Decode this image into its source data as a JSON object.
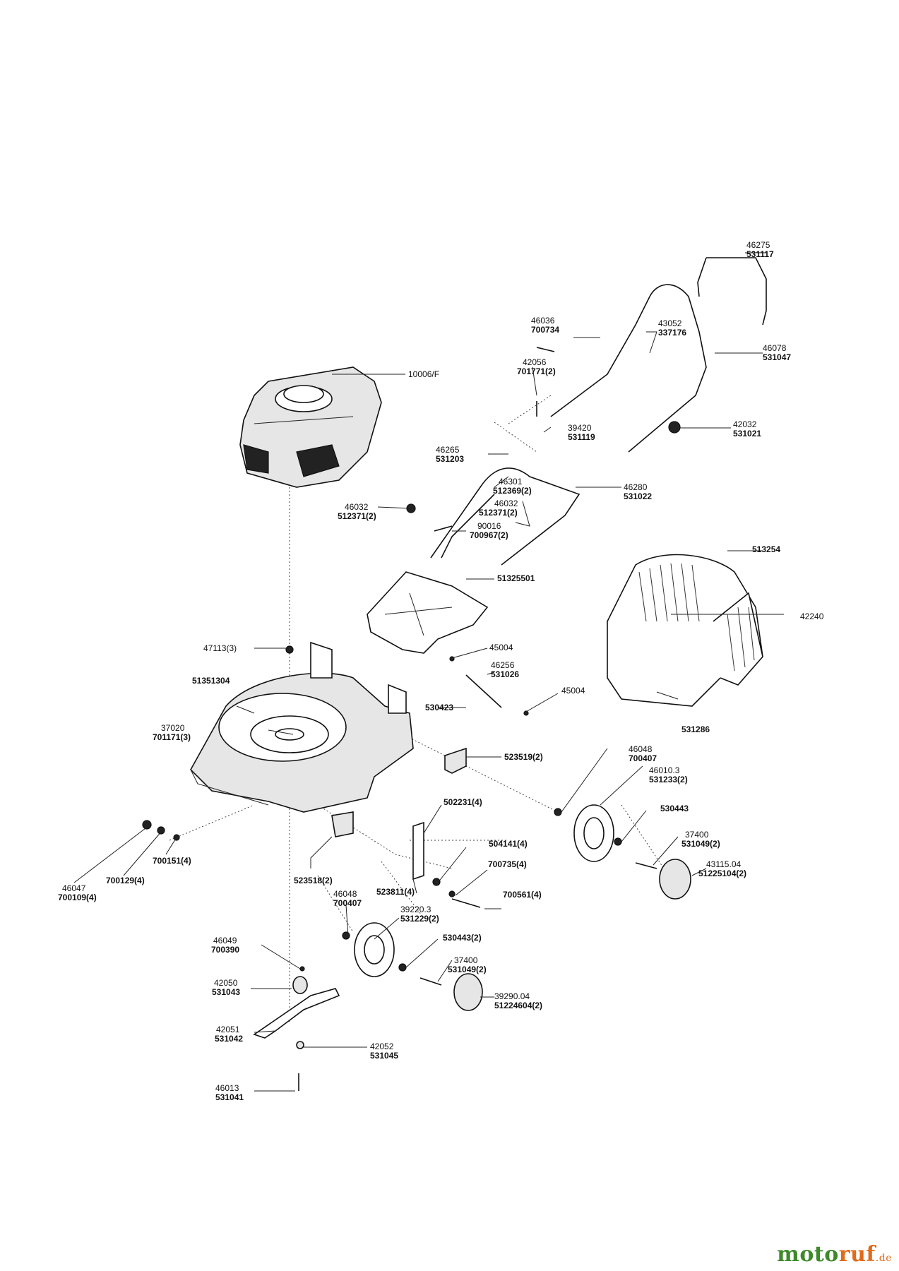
{
  "callouts": {
    "c46275": [
      "46275",
      "531117"
    ],
    "c46036": [
      "46036",
      "700734"
    ],
    "c43052": [
      "43052",
      "337176"
    ],
    "c46078": [
      "46078",
      "531047"
    ],
    "c42056": [
      "42056",
      "701771(2)"
    ],
    "c10006": [
      "10006/F"
    ],
    "c39420": [
      "39420",
      "531119"
    ],
    "c42032": [
      "42032",
      "531021"
    ],
    "c46265": [
      "46265",
      "531203"
    ],
    "c46301": [
      "46301",
      "512369(2)"
    ],
    "c46280": [
      "46280",
      "531022"
    ],
    "c46032a": [
      "46032",
      "512371(2)"
    ],
    "c46032b": [
      "46032",
      "512371(2)"
    ],
    "c90016": [
      "90016",
      "700967(2)"
    ],
    "c513254": [
      "513254"
    ],
    "c51325501": [
      "51325501"
    ],
    "c42240": [
      "42240"
    ],
    "c47113": [
      "47113(3)"
    ],
    "c45004a": [
      "45004"
    ],
    "c51351304": [
      "51351304"
    ],
    "c46256": [
      "46256",
      "531026"
    ],
    "c45004b": [
      "45004"
    ],
    "c530423": [
      "530423"
    ],
    "c531286": [
      "531286"
    ],
    "c37020": [
      "37020",
      "701171(3)"
    ],
    "c523519": [
      "523519(2)"
    ],
    "c46048a": [
      "46048",
      "700407"
    ],
    "c46010": [
      "46010.3",
      "531233(2)"
    ],
    "c530443a": [
      "530443"
    ],
    "c502231": [
      "502231(4)"
    ],
    "c37400a": [
      "37400",
      "531049(2)"
    ],
    "c504141": [
      "504141(4)"
    ],
    "c43115": [
      "43115.04",
      "51225104(2)"
    ],
    "c700151": [
      "700151(4)"
    ],
    "c700129": [
      "700129(4)"
    ],
    "c46047": [
      "46047",
      "700109(4)"
    ],
    "c523518": [
      "523518(2)"
    ],
    "c523811": [
      "523811(4)"
    ],
    "c700735": [
      "700735(4)"
    ],
    "c46048b": [
      "46048",
      "700407"
    ],
    "c700561": [
      "700561(4)"
    ],
    "c39220": [
      "39220.3",
      "531229(2)"
    ],
    "c46049": [
      "46049",
      "700390"
    ],
    "c530443b": [
      "530443(2)"
    ],
    "c37400b": [
      "37400",
      "531049(2)"
    ],
    "c42050": [
      "42050",
      "531043"
    ],
    "c39290": [
      "39290.04",
      "51224604(2)"
    ],
    "c42051": [
      "42051",
      "531042"
    ],
    "c42052": [
      "42052",
      "531045"
    ],
    "c46013": [
      "46013",
      "531041"
    ]
  },
  "watermark": {
    "part1": "moto",
    "part2": "ruf",
    "suffix": ".de"
  }
}
